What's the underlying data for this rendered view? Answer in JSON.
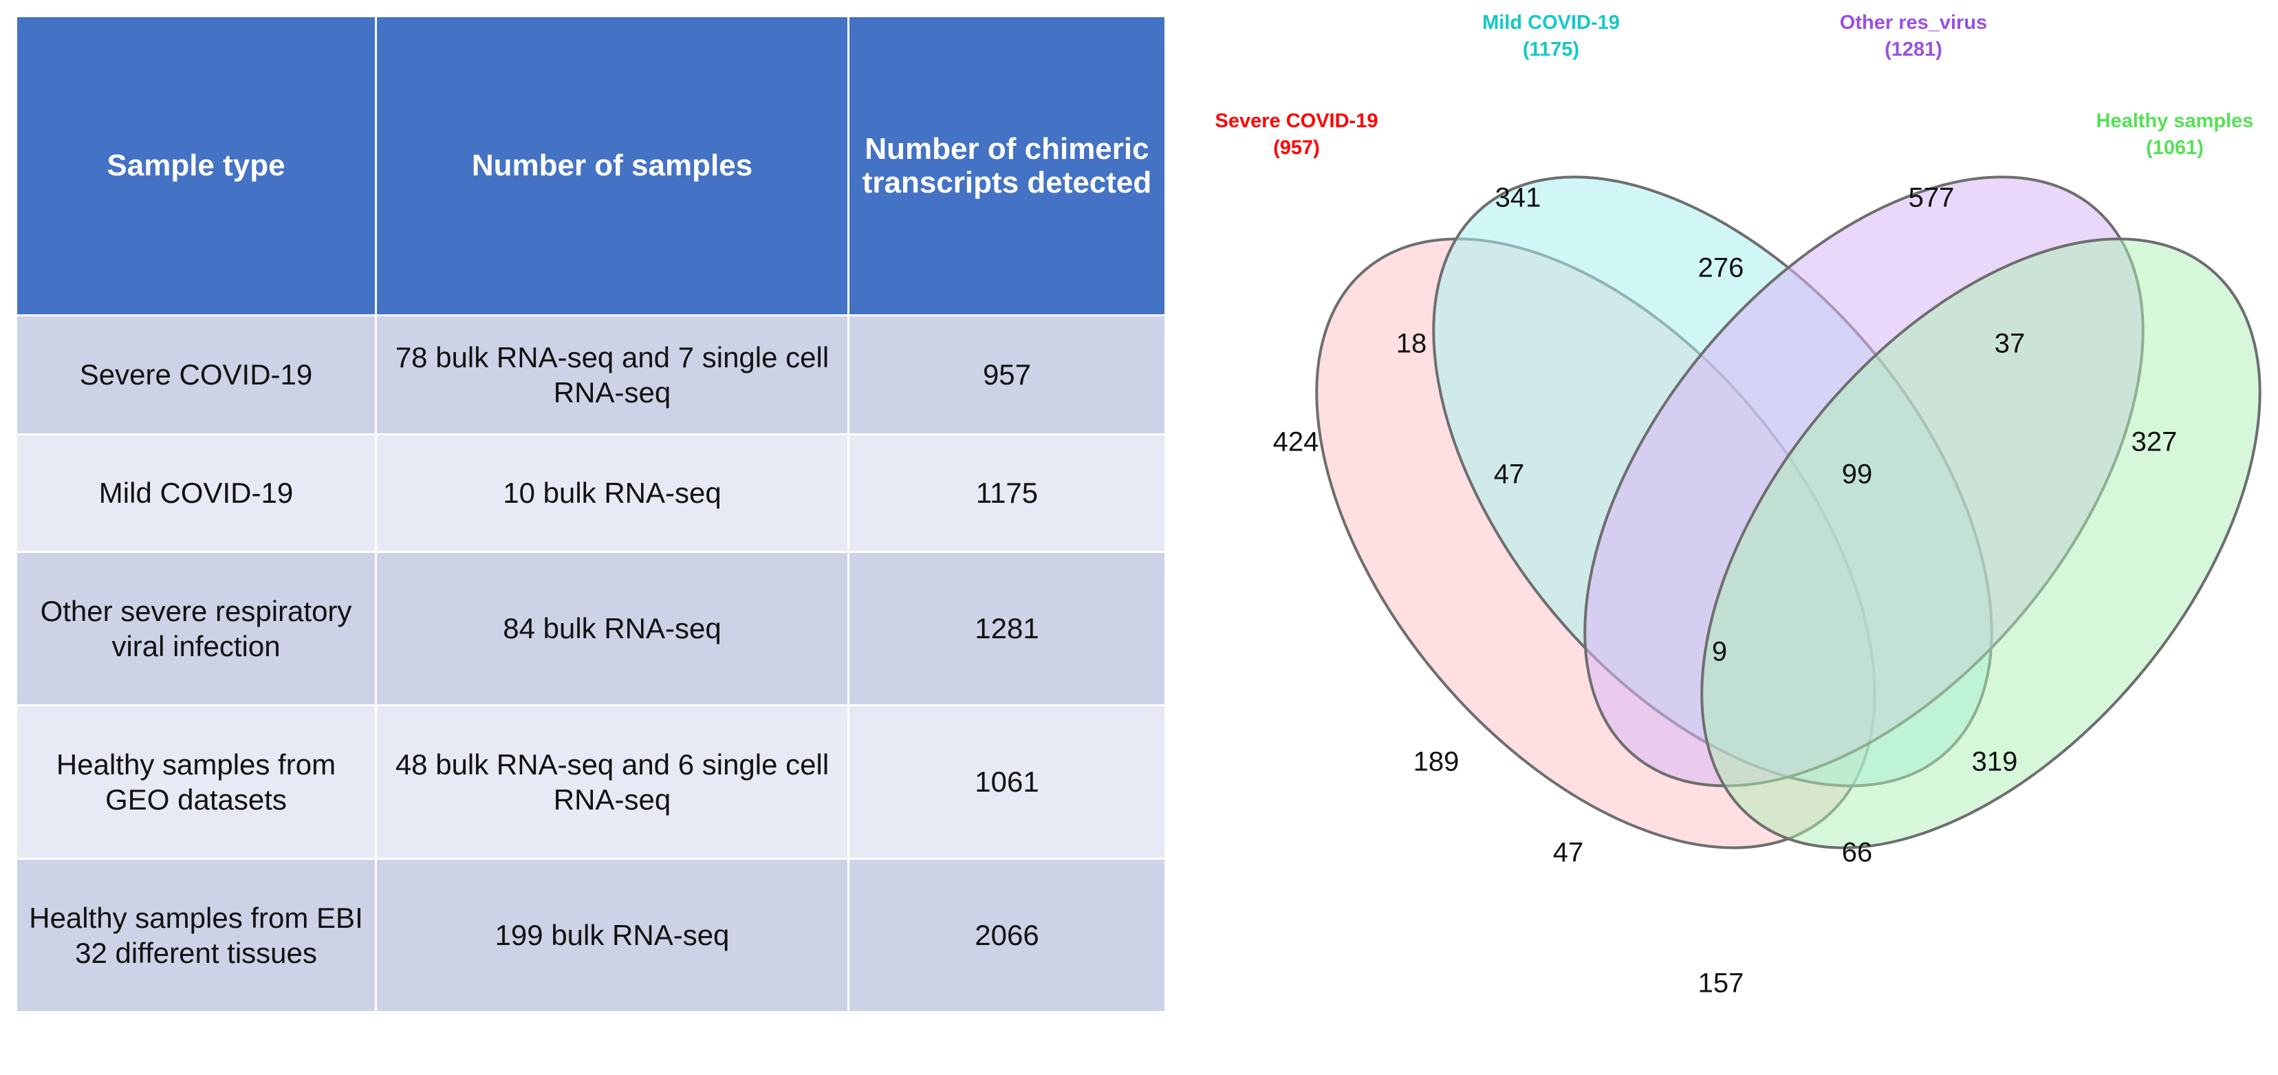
{
  "table": {
    "headers": [
      "Sample type",
      "Number of samples",
      "Number of chimeric transcripts detected"
    ],
    "rows": [
      {
        "sample_type": "Severe COVID-19",
        "number_of_samples": "78 bulk RNA-seq and 7 single cell RNA-seq",
        "chimeric_transcripts": "957"
      },
      {
        "sample_type": "Mild COVID-19",
        "number_of_samples": "10 bulk RNA-seq",
        "chimeric_transcripts": "1175"
      },
      {
        "sample_type": "Other severe respiratory viral infection",
        "number_of_samples": "84 bulk RNA-seq",
        "chimeric_transcripts": "1281"
      },
      {
        "sample_type": "Healthy samples from GEO datasets",
        "number_of_samples": "48 bulk RNA-seq and 6 single cell RNA-seq",
        "chimeric_transcripts": "1061"
      },
      {
        "sample_type": "Healthy samples from EBI 32 different tissues",
        "number_of_samples": "199 bulk RNA-seq",
        "chimeric_transcripts": "2066"
      }
    ],
    "colors": {
      "header_bg": "#4472C4",
      "header_text": "#FFFFFF",
      "row_odd_bg": "#CDD2E6",
      "row_even_bg": "#E7E9F4",
      "body_text": "#111111"
    }
  },
  "chart_data": {
    "type": "venn",
    "title": "",
    "sets": [
      {
        "id": "A",
        "name": "Severe COVID-19",
        "total": 957,
        "color": "#FF0000",
        "fill": "#FFCCD0",
        "label_line1": "Severe COVID-19",
        "label_line2": "(957)"
      },
      {
        "id": "B",
        "name": "Mild COVID-19",
        "total": 1175,
        "color": "#00CCCC",
        "fill": "#D8FAFA",
        "label_line1": "Mild COVID-19",
        "label_line2": "(1175)"
      },
      {
        "id": "C",
        "name": "Other res_virus",
        "total": 1281,
        "color": "#9B59E0",
        "fill": "#E8D6FA",
        "label_line1": "Other res_virus",
        "label_line2": "(1281)"
      },
      {
        "id": "D",
        "name": "Healthy samples",
        "total": 1061,
        "color": "#55DD55",
        "fill": "#D8FAD8",
        "label_line1": "Healthy samples",
        "label_line2": "(1061)"
      }
    ],
    "regions": [
      {
        "key": "A",
        "label": "424",
        "value": 424
      },
      {
        "key": "B",
        "label": "341",
        "value": 341
      },
      {
        "key": "C",
        "label": "577",
        "value": 577
      },
      {
        "key": "D",
        "label": "327",
        "value": 327
      },
      {
        "key": "AB",
        "label": "18",
        "value": 18
      },
      {
        "key": "BC",
        "label": "276",
        "value": 276
      },
      {
        "key": "CD",
        "label": "37",
        "value": 37
      },
      {
        "key": "ABC",
        "label": "47",
        "value": 47
      },
      {
        "key": "BCD",
        "label": "99",
        "value": 99
      },
      {
        "key": "AC",
        "label": "189",
        "value": 189
      },
      {
        "key": "BD",
        "label": "319",
        "value": 319
      },
      {
        "key": "ABCD",
        "label": "9",
        "value": 9
      },
      {
        "key": "ACD",
        "label": "47",
        "value": 47
      },
      {
        "key": "ABD",
        "label": "66",
        "value": 66
      },
      {
        "key": "AD",
        "label": "157",
        "value": 157
      }
    ],
    "outline_color": "#6E6E6E",
    "count_text_color": "#111111"
  }
}
